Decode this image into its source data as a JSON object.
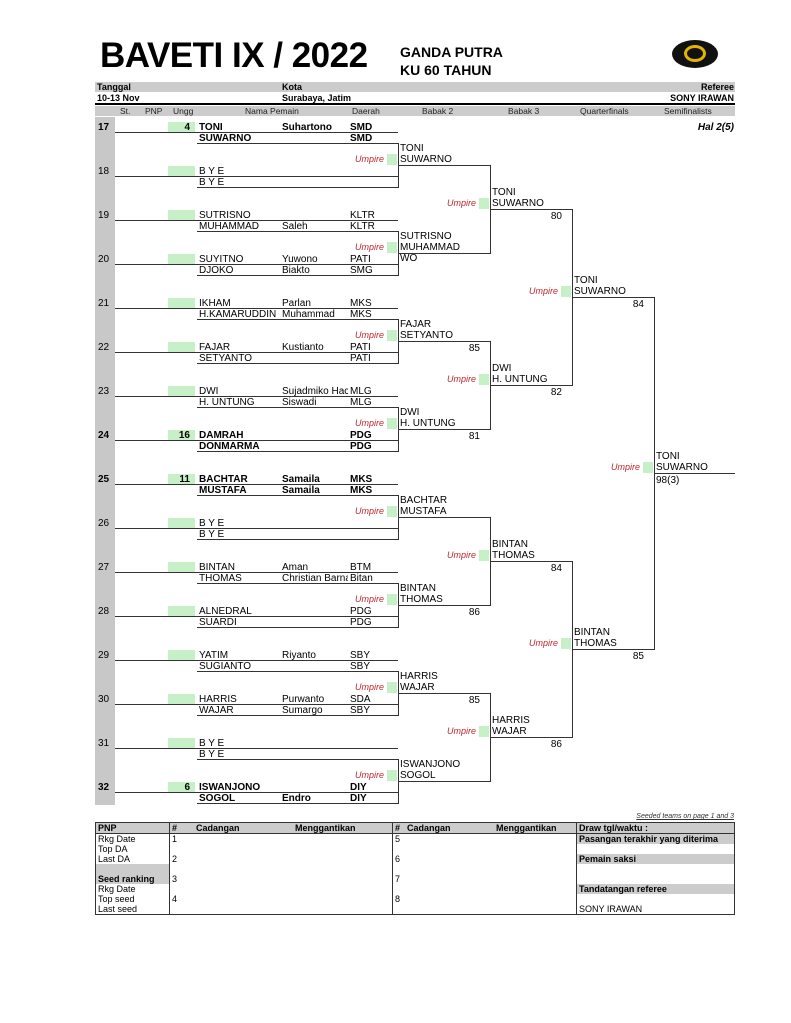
{
  "header": {
    "title": "BAVETI IX / 2022",
    "event": "GANDA PUTRA",
    "category": "KU 60 TAHUN",
    "tanggal_label": "Tanggal",
    "tanggal": "10-13 Nov",
    "kota_label": "Kota",
    "kota": "Surabaya, Jatim",
    "referee_label": "Referee",
    "referee": "SONY IRAWAN",
    "page": "Hal 2(5)"
  },
  "columns": [
    "St.",
    "PNP",
    "Ungg",
    "Nama Pemain",
    "Daerah",
    "Babak 2",
    "Babak 3",
    "Quarterfinals",
    "Semifinalists"
  ],
  "umpire_label": "Umpire",
  "entries": [
    {
      "no": "17",
      "seed": "4",
      "bold": true,
      "p1": [
        "TONI",
        "Suhartono",
        "SMD"
      ],
      "p2": [
        "SUWARNO",
        "",
        "SMD"
      ]
    },
    {
      "no": "18",
      "seed": "",
      "bold": false,
      "p1": [
        "B Y E",
        "",
        ""
      ],
      "p2": [
        "B Y E",
        "",
        ""
      ]
    },
    {
      "no": "19",
      "seed": "",
      "bold": false,
      "p1": [
        "SUTRISNO",
        "",
        "KLTR"
      ],
      "p2": [
        "MUHAMMAD",
        "Saleh",
        "KLTR"
      ]
    },
    {
      "no": "20",
      "seed": "",
      "bold": false,
      "p1": [
        "SUYITNO",
        "Yuwono",
        "PATI"
      ],
      "p2": [
        "DJOKO",
        "Biakto",
        "SMG"
      ]
    },
    {
      "no": "21",
      "seed": "",
      "bold": false,
      "p1": [
        "IKHAM",
        "Parlan",
        "MKS"
      ],
      "p2": [
        "H.KAMARUDDIN",
        "Muhammad",
        "MKS"
      ]
    },
    {
      "no": "22",
      "seed": "",
      "bold": false,
      "p1": [
        "FAJAR",
        "Kustianto",
        "PATI"
      ],
      "p2": [
        "SETYANTO",
        "",
        "PATI"
      ]
    },
    {
      "no": "23",
      "seed": "",
      "bold": false,
      "p1": [
        "DWI",
        "Sujadmiko Hac",
        "MLG"
      ],
      "p2": [
        "H. UNTUNG",
        "Siswadi",
        "MLG"
      ]
    },
    {
      "no": "24",
      "seed": "16",
      "bold": true,
      "p1": [
        "DAMRAH",
        "",
        "PDG"
      ],
      "p2": [
        "DONMARMA",
        "",
        "PDG"
      ]
    },
    {
      "no": "25",
      "seed": "11",
      "bold": true,
      "p1": [
        "BACHTAR",
        "Samaila",
        "MKS"
      ],
      "p2": [
        "MUSTAFA",
        "Samaila",
        "MKS"
      ]
    },
    {
      "no": "26",
      "seed": "",
      "bold": false,
      "p1": [
        "B Y E",
        "",
        ""
      ],
      "p2": [
        "B Y E",
        "",
        ""
      ]
    },
    {
      "no": "27",
      "seed": "",
      "bold": false,
      "p1": [
        "BINTAN",
        "Aman",
        "BTM"
      ],
      "p2": [
        "THOMAS",
        "Christian Barna",
        "Bitan"
      ]
    },
    {
      "no": "28",
      "seed": "",
      "bold": false,
      "p1": [
        "ALNEDRAL",
        "",
        "PDG"
      ],
      "p2": [
        "SUARDI",
        "",
        "PDG"
      ]
    },
    {
      "no": "29",
      "seed": "",
      "bold": false,
      "p1": [
        "YATIM",
        "Riyanto",
        "SBY"
      ],
      "p2": [
        "SUGIANTO",
        "",
        "SBY"
      ]
    },
    {
      "no": "30",
      "seed": "",
      "bold": false,
      "p1": [
        "HARRIS",
        "Purwanto",
        "SDA"
      ],
      "p2": [
        "WAJAR",
        "Sumargo",
        "SBY"
      ]
    },
    {
      "no": "31",
      "seed": "",
      "bold": false,
      "p1": [
        "B Y E",
        "",
        ""
      ],
      "p2": [
        "B Y E",
        "",
        ""
      ]
    },
    {
      "no": "32",
      "seed": "6",
      "bold": true,
      "p1": [
        "ISWANJONO",
        "",
        "DIY"
      ],
      "p2": [
        "SOGOL",
        "Endro",
        "DIY"
      ]
    }
  ],
  "rounds": [
    [
      {
        "p1": "TONI",
        "p2": "SUWARNO",
        "score": ""
      },
      {
        "p1": "SUTRISNO",
        "p2": "MUHAMMAD",
        "score": "",
        "note": "WO"
      },
      {
        "p1": "FAJAR",
        "p2": "SETYANTO",
        "score": "85"
      },
      {
        "p1": "DWI",
        "p2": "H. UNTUNG",
        "score": "81"
      },
      {
        "p1": "BACHTAR",
        "p2": "MUSTAFA",
        "score": ""
      },
      {
        "p1": "BINTAN",
        "p2": "THOMAS",
        "score": "86"
      },
      {
        "p1": "HARRIS",
        "p2": "WAJAR",
        "score": "85"
      },
      {
        "p1": "ISWANJONO",
        "p2": "SOGOL",
        "score": ""
      }
    ],
    [
      {
        "p1": "TONI",
        "p2": "SUWARNO",
        "score": "80"
      },
      {
        "p1": "DWI",
        "p2": "H. UNTUNG",
        "score": "82"
      },
      {
        "p1": "BINTAN",
        "p2": "THOMAS",
        "score": "84"
      },
      {
        "p1": "HARRIS",
        "p2": "WAJAR",
        "score": "86"
      }
    ],
    [
      {
        "p1": "TONI",
        "p2": "SUWARNO",
        "score": "84"
      },
      {
        "p1": "BINTAN",
        "p2": "THOMAS",
        "score": "85"
      }
    ],
    [
      {
        "p1": "TONI",
        "p2": "SUWARNO",
        "score": "98(3)"
      }
    ]
  ],
  "footer": {
    "seeded_note": "Seeded teams on page 1 and 3",
    "pnp": "PNP",
    "hash": "#",
    "cadangan": "Cadangan",
    "menggantikan": "Menggantikan",
    "draw": "Draw tgl/waktu :",
    "left_rows": [
      "Rkg Date",
      "Top DA",
      "Last DA",
      "",
      "Seed ranking",
      "Rkg Date",
      "Top seed",
      "Last seed"
    ],
    "nums_a": [
      "1",
      "",
      "2",
      "",
      "3",
      "",
      "4",
      ""
    ],
    "nums_b": [
      "5",
      "",
      "6",
      "",
      "7",
      "",
      "8",
      ""
    ],
    "right_rows": [
      "Pasangan terakhir yang diterima",
      "",
      "Pemain saksi",
      "",
      "",
      "Tandatangan referee",
      "",
      "SONY IRAWAN"
    ]
  }
}
